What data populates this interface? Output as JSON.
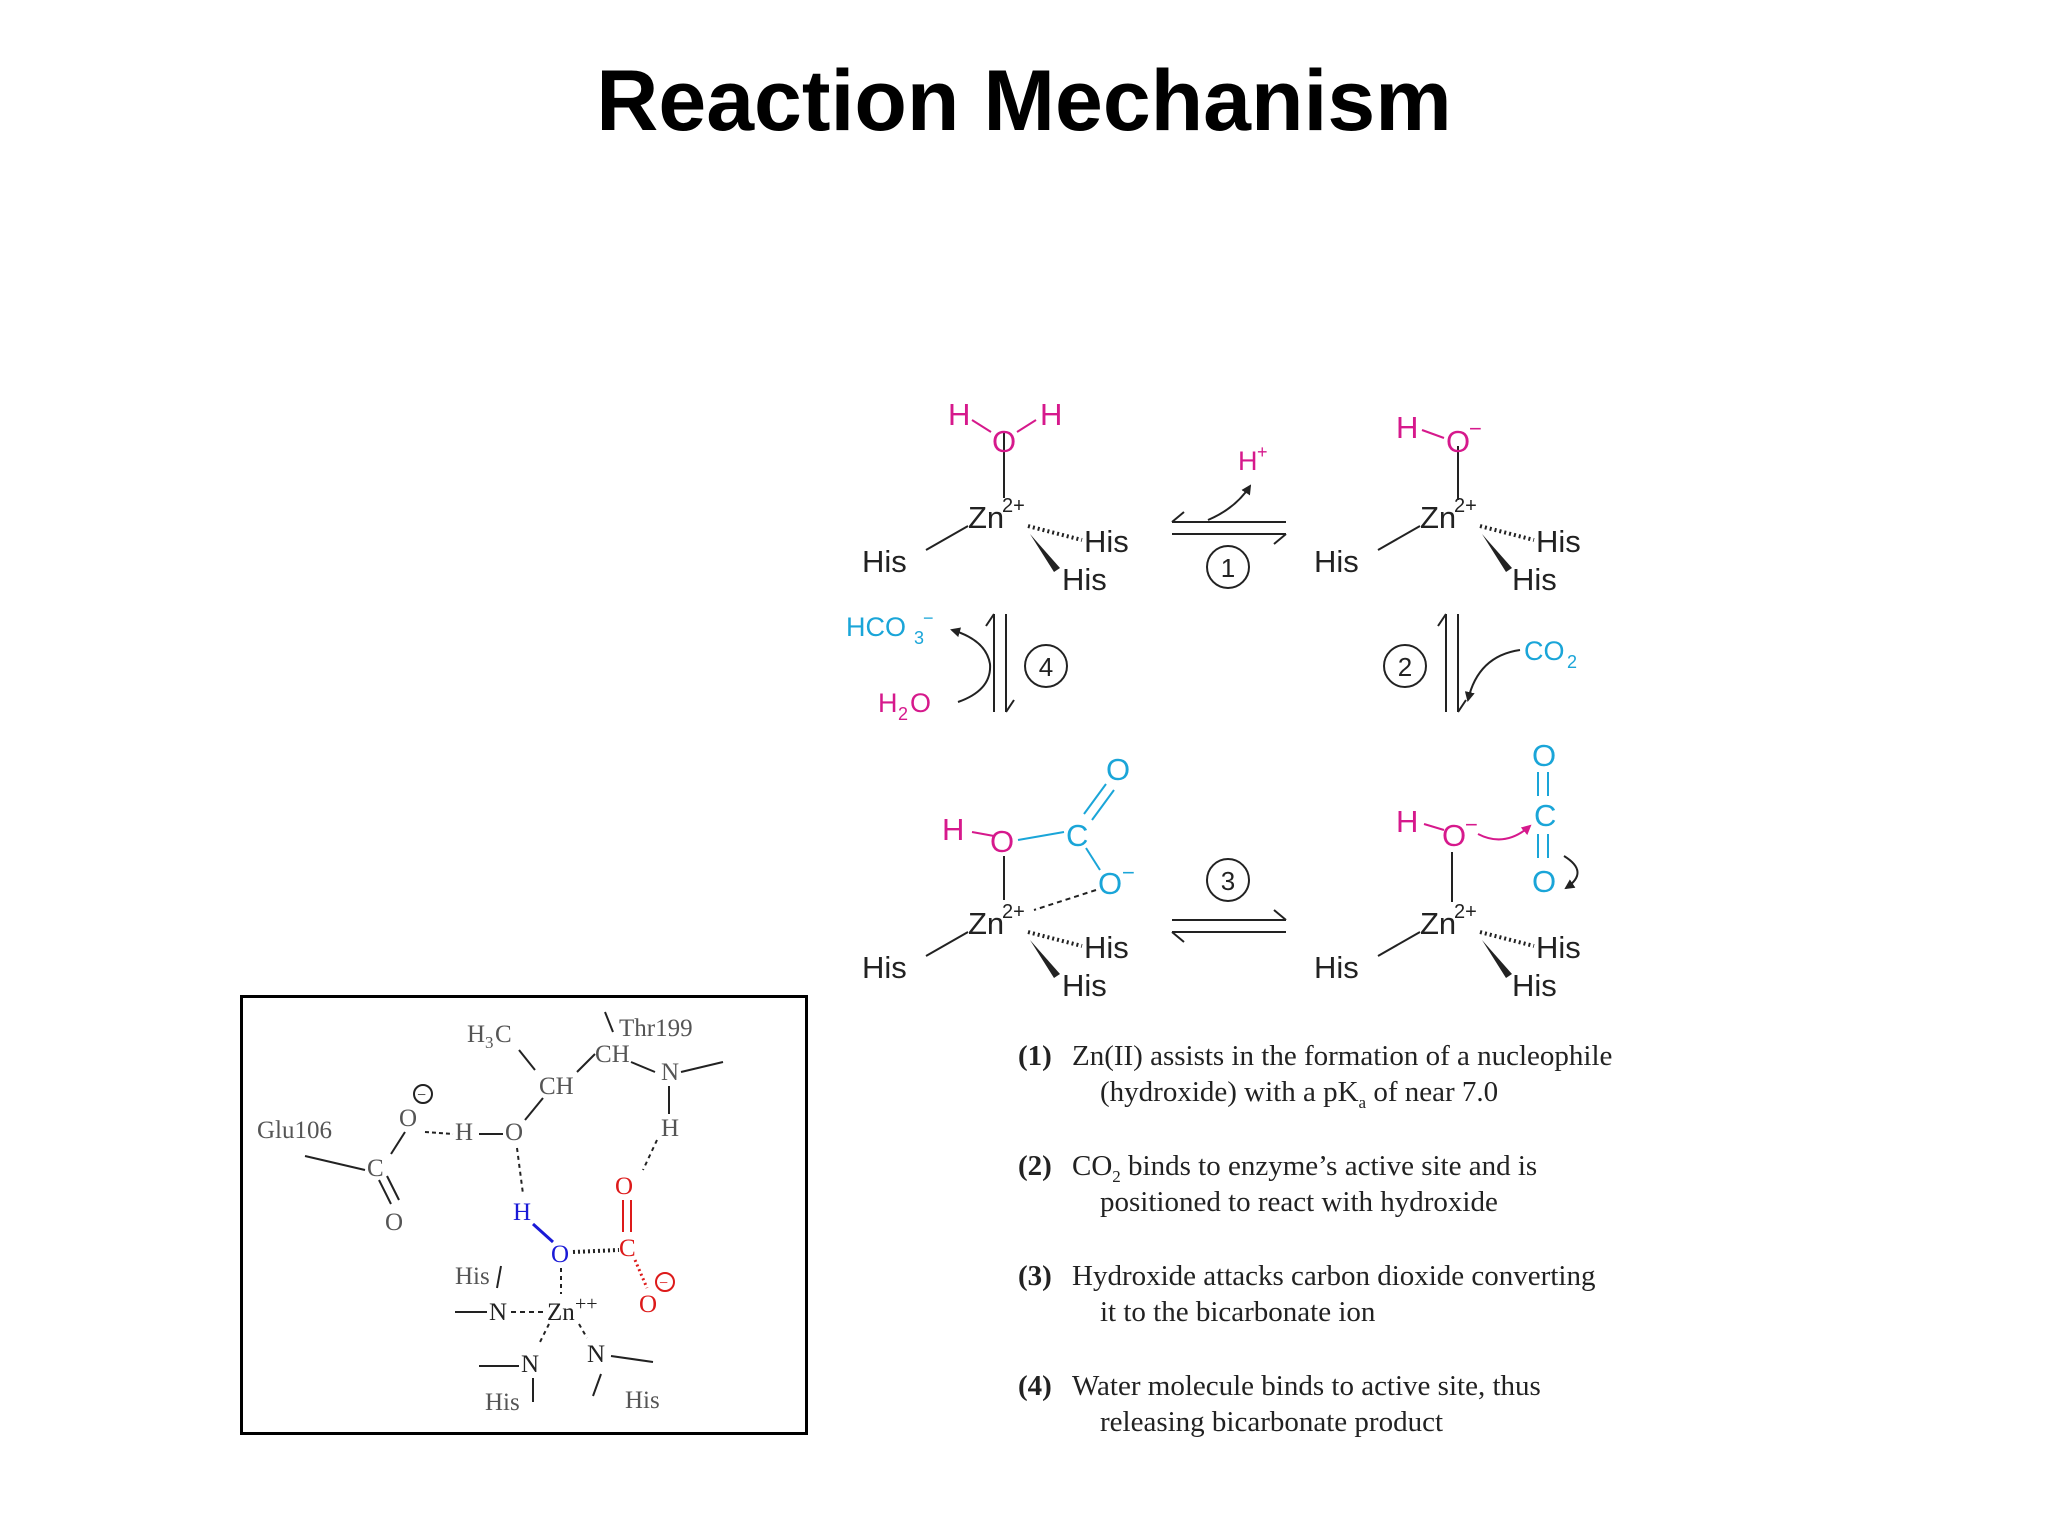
{
  "title": "Reaction Mechanism",
  "colors": {
    "magenta": "#d6198c",
    "cyan": "#1aa5d8",
    "blue": "#1a1ad6",
    "red": "#dd1a1a",
    "text": "#222222"
  },
  "cycle": {
    "steps": [
      "1",
      "2",
      "3",
      "4"
    ],
    "atoms": {
      "H": "H",
      "O": "O",
      "C": "C",
      "Zn": "Zn",
      "His": "His",
      "Hplus": "H",
      "Ominus": "O"
    },
    "charges": {
      "zn": "2+",
      "plus": "+",
      "minus": "−"
    },
    "species": {
      "co2": "CO",
      "hco3": "HCO",
      "h2o": "H",
      "h2o_o": "O",
      "sub2": "2",
      "sub3": "3"
    }
  },
  "notes": [
    {
      "num": "(1)",
      "line1": "Zn(II) assists in the formation of a nucleophile",
      "line2a": "(hydroxide) with a pK",
      "line2sub": "a",
      "line2b": " of near 7.0"
    },
    {
      "num": "(2)",
      "line1a": "CO",
      "line1sub": "2",
      "line1b": " binds to enzyme’s active site and is",
      "line2": "positioned to react with hydroxide"
    },
    {
      "num": "(3)",
      "line1": "Hydroxide attacks carbon dioxide converting",
      "line2": "it to the bicarbonate ion"
    },
    {
      "num": "(4)",
      "line1": "Water molecule binds to active site, thus",
      "line2": "releasing bicarbonate product"
    }
  ],
  "inset": {
    "glu": "Glu106",
    "thr": "Thr199",
    "h3c": "H",
    "h3c_3": "3",
    "h3c_c": "C",
    "ch": "CH",
    "atoms": {
      "O": "O",
      "H": "H",
      "C": "C",
      "N": "N",
      "Zn": "Zn",
      "His": "His"
    },
    "charges": {
      "minus": "−",
      "zn": "++"
    }
  }
}
